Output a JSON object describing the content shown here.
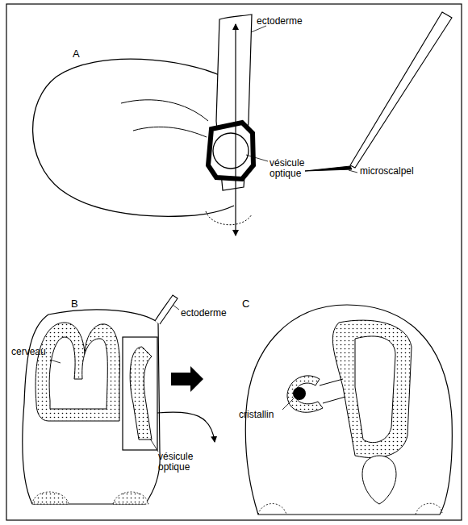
{
  "diagram": {
    "labels": [
      "ectoderme",
      "A",
      "vésicule optique",
      "microscalpel",
      "B",
      "C",
      "ectoderme",
      "cerveau",
      "cristallin",
      "vésicule optique"
    ]
  }
}
